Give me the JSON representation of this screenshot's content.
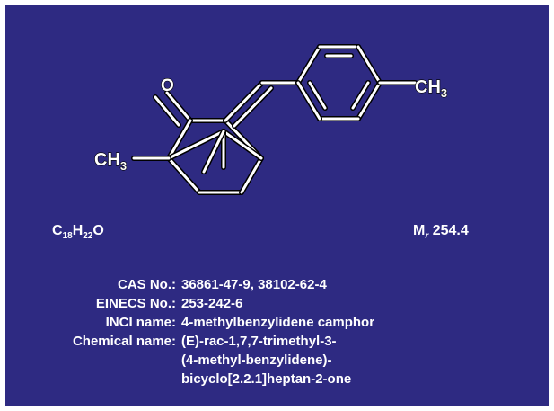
{
  "structure": {
    "atoms": {
      "oxygen": "O",
      "methyl_left": {
        "main": "CH",
        "sub": "3"
      },
      "methyl_right": {
        "main": "CH",
        "sub": "3"
      }
    }
  },
  "formula": {
    "c": "C",
    "c_count": "18",
    "h": "H",
    "h_count": "22",
    "o": "O"
  },
  "molar_mass": {
    "m": "M",
    "r": "r",
    "value": "254.4"
  },
  "info": {
    "cas_label": "CAS No.:",
    "cas_value": "36861-47-9, 38102-62-4",
    "einecs_label": "EINECS No.:",
    "einecs_value": "253-242-6",
    "inci_label": "INCI name:",
    "inci_value": "4-methylbenzylidene camphor",
    "chemical_label": "Chemical name:",
    "chemical_value_1": "(E)-rac-1,7,7-trimethyl-3-",
    "chemical_value_2": "(4-methyl-benzylidene)-",
    "chemical_value_3": "bicyclo[2.2.1]heptan-2-one"
  }
}
